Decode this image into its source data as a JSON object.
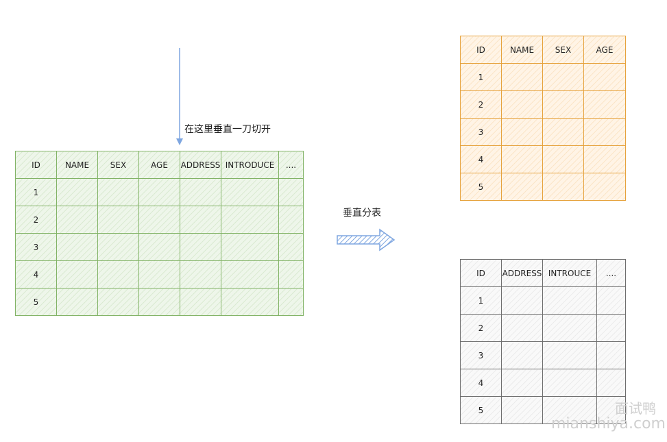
{
  "cut_label": "在这里垂直一刀切开",
  "split_label": "垂直分表",
  "original_table": {
    "headers": [
      "ID",
      "NAME",
      "SEX",
      "AGE",
      "ADDRESS",
      "INTRODUCE",
      "...."
    ],
    "ids": [
      "1",
      "2",
      "3",
      "4",
      "5"
    ]
  },
  "table_a": {
    "headers": [
      "ID",
      "NAME",
      "SEX",
      "AGE"
    ],
    "ids": [
      "1",
      "2",
      "3",
      "4",
      "5"
    ]
  },
  "table_b": {
    "headers": [
      "ID",
      "ADDRESS",
      "INTROUCE",
      "...."
    ],
    "ids": [
      "1",
      "2",
      "3",
      "4",
      "5"
    ]
  },
  "watermark": {
    "line1": "面试鸭",
    "line2": "mianshiya.com"
  },
  "colors": {
    "original_table": "#82b366",
    "table_a": "#e6a23c",
    "table_b": "#6e6e6e",
    "arrow": "#7ea6e0"
  }
}
